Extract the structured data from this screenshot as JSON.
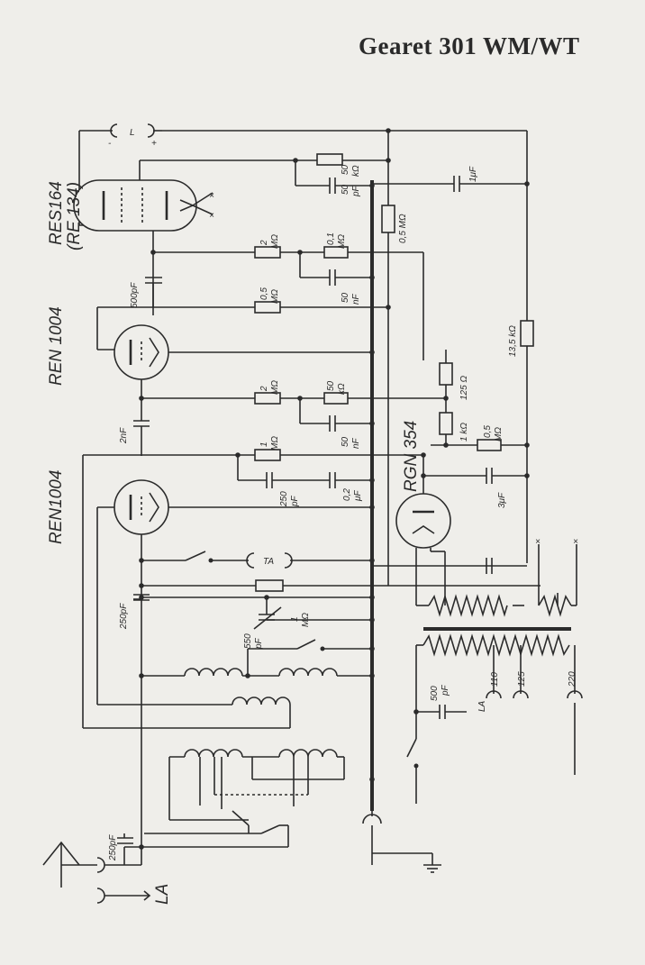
{
  "title": "Gearet 301 WM/WT",
  "tubes": {
    "output": "RES164",
    "output_alt": "(RE 134)",
    "audio": "REN 1004",
    "detector": "REN1004",
    "rectifier": "RGN 354"
  },
  "values": {
    "r_50k": "50",
    "r_50k_unit": "kΩ",
    "c_50pf_top": "50",
    "c_50pf_top_unit": "pF",
    "c_1uf": "1μF",
    "r_05m_right": "0,5 MΩ",
    "r_2m_top": "2",
    "r_2m_top_unit": "MΩ",
    "r_01m": "0,1",
    "r_01m_unit": "MΩ",
    "c_50nf_a": "50",
    "c_50nf_a_unit": "nF",
    "c_500pf": "500pF",
    "r_05m_mid": "0,5",
    "r_05m_mid_unit": "MΩ",
    "r_135k": "13,5 kΩ",
    "r_125": "125 Ω",
    "r_2m_mid": "2",
    "r_2m_mid_unit": "MΩ",
    "r_50k_mid": "50",
    "r_50k_mid_unit": "kΩ",
    "c_2nf": "2nF",
    "r_1k": "1 kΩ",
    "r_05m_low": "0,5",
    "r_05m_low_unit": "MΩ",
    "r_1m": "1",
    "r_1m_unit": "MΩ",
    "c_50nf_b": "50",
    "c_50nf_b_unit": "nF",
    "c_250pf_grid": "250",
    "c_250pf_grid_unit": "pF",
    "c_02uf": "0,2",
    "c_02uf_unit": "μF",
    "c_3uf": "3μF",
    "jack": "TA",
    "c_250pf_left": "250pF",
    "r_1m_var": "1",
    "r_1m_var_unit": "MΩ",
    "c_550pf": "550",
    "c_550pf_unit": "pF",
    "c_500pf_mains": "500",
    "c_500pf_mains_unit": "pF",
    "tap_la": "LA",
    "tap_110": "110",
    "tap_125": "125",
    "tap_220": "220",
    "c_250pf_ant": "250pF",
    "ant_la": "LA",
    "speaker": "L",
    "minus": "-",
    "plus": "+"
  }
}
